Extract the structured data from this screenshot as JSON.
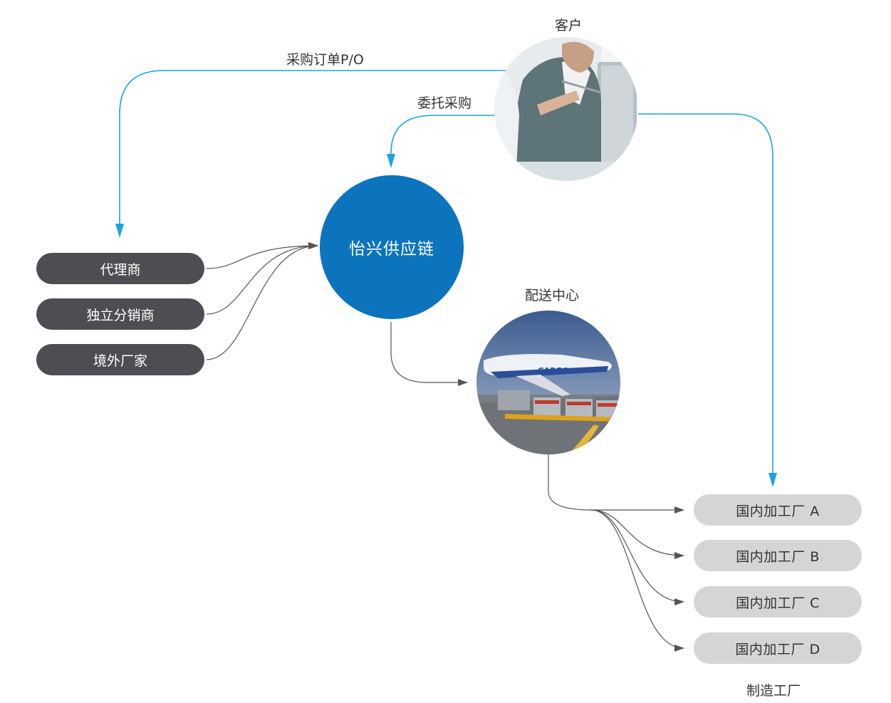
{
  "diagram": {
    "hub_label": "怡兴供应链",
    "customer_label": "客户",
    "distribution_label": "配送中心",
    "factories_caption": "制造工厂",
    "edge_labels": {
      "purchase_order": "采购订单P/O",
      "entrusted_purchase": "委托采购"
    },
    "sources": [
      {
        "label": "代理商"
      },
      {
        "label": "独立分销商"
      },
      {
        "label": "境外厂家"
      }
    ],
    "factories": [
      {
        "label": "国内加工厂 A"
      },
      {
        "label": "国内加工厂 B"
      },
      {
        "label": "国内加工厂 C"
      },
      {
        "label": "国内加工厂 D"
      }
    ],
    "plane_text": "CARGO",
    "colors": {
      "hub": "#0b74bd",
      "blue_edge": "#1aa3e0",
      "dark_edge": "#555555",
      "source_pill": "#4d4e53",
      "factory_pill": "#d4d5d7"
    }
  }
}
